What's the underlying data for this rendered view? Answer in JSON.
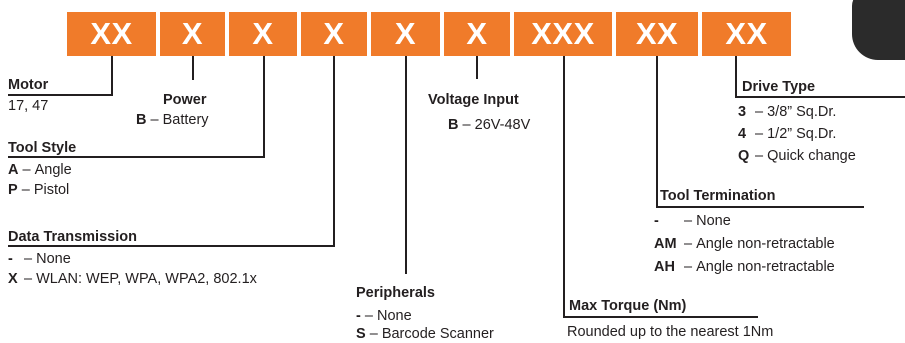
{
  "code_boxes": [
    "XX",
    "X",
    "X",
    "X",
    "X",
    "X",
    "XXX",
    "XX",
    "XX"
  ],
  "colors": {
    "box": "#f07b2a",
    "text": "#231f20",
    "line": "#231f20"
  },
  "motor": {
    "title": "Motor",
    "values": "17, 47"
  },
  "power": {
    "title": "Power",
    "options": [
      {
        "code": "B",
        "desc": "Battery"
      }
    ]
  },
  "tool_style": {
    "title": "Tool Style",
    "options": [
      {
        "code": "A",
        "desc": "Angle"
      },
      {
        "code": "P",
        "desc": "Pistol"
      }
    ]
  },
  "data_transmission": {
    "title": "Data Transmission",
    "options": [
      {
        "code": "-",
        "desc": "None"
      },
      {
        "code": "X",
        "desc": "WLAN: WEP, WPA, WPA2, 802.1x"
      }
    ]
  },
  "peripherals": {
    "title": "Peripherals",
    "options": [
      {
        "code": "-",
        "desc": "None"
      },
      {
        "code": "S",
        "desc": "Barcode Scanner"
      }
    ]
  },
  "voltage_input": {
    "title": "Voltage Input",
    "options": [
      {
        "code": "B",
        "desc": "26V-48V"
      }
    ]
  },
  "max_torque": {
    "title": "Max Torque (Nm)",
    "note": "Rounded up to the nearest 1Nm"
  },
  "tool_termination": {
    "title": "Tool Termination",
    "options": [
      {
        "code": "-",
        "desc": "None"
      },
      {
        "code": "AM",
        "desc": "Angle non-retractable"
      },
      {
        "code": "AH",
        "desc": "Angle non-retractable"
      }
    ]
  },
  "drive_type": {
    "title": "Drive Type",
    "options": [
      {
        "code": "3",
        "desc": "3/8” Sq.Dr."
      },
      {
        "code": "4",
        "desc": "1/2” Sq.Dr."
      },
      {
        "code": "Q",
        "desc": "Quick change"
      }
    ]
  },
  "separator": "–"
}
